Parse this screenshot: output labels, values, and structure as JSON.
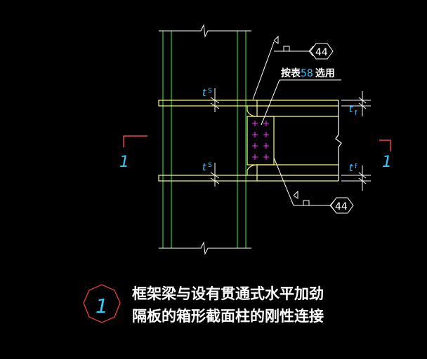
{
  "labels": {
    "ts_top": "t",
    "ts_top_sub": "S",
    "ts_bottom": "t",
    "ts_bottom_sub": "S",
    "tf_top": "t",
    "tf_top_sub": "f",
    "tf_bottom": "t",
    "tf_bottom_sub": "f",
    "weld_ref_top": "44",
    "weld_ref_bottom": "44",
    "note_prefix": "按表",
    "note_number": "58",
    "note_suffix": "选用",
    "section_left": "1",
    "section_right": "1"
  },
  "title": {
    "number": "1",
    "line1": "框架梁与设有贯通式水平加劲",
    "line2": "隔板的箱形截面柱的刚性连接"
  },
  "colors": {
    "background": "#000000",
    "column": "#33cc33",
    "beam": "#ffff66",
    "dimension": "#ffffff",
    "red": "#ff4444",
    "cyan": "#33ccff",
    "bolt": "#ff33ff"
  }
}
